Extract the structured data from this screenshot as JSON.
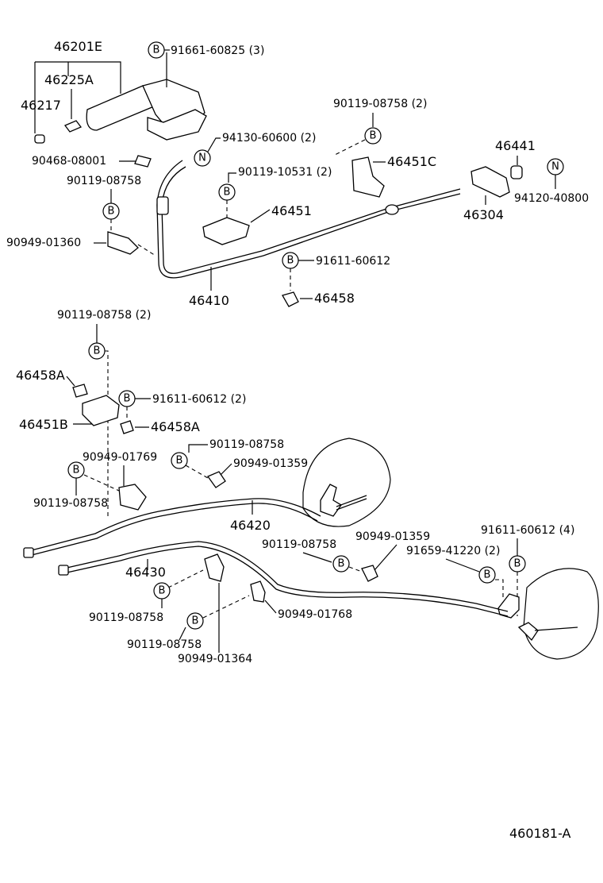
{
  "labels": {
    "p46201E": "46201E",
    "p46225A": "46225A",
    "p46217": "46217",
    "p91661": "91661-60825 (3)",
    "p90119_2_top": "90119-08758 (2)",
    "p94130": "94130-60600 (2)",
    "p46451C": "46451C",
    "p46441": "46441",
    "p94120": "94120-40800",
    "p46304": "46304",
    "p90468": "90468-08001",
    "p90119_10531": "90119-10531 (2)",
    "p90119_a": "90119-08758",
    "p46451": "46451",
    "p90949_01360": "90949-01360",
    "p91611_single": "91611-60612",
    "p46410": "46410",
    "p46458": "46458",
    "p90119_2_mid": "90119-08758 (2)",
    "p46458A_left": "46458A",
    "p91611_2": "91611-60612 (2)",
    "p46451B": "46451B",
    "p46458A_right": "46458A",
    "p90119_b": "90119-08758",
    "p90949_01769": "90949-01769",
    "p90949_01359_a": "90949-01359",
    "p90119_c": "90119-08758",
    "p46420": "46420",
    "p90949_01359_b": "90949-01359",
    "p90119_d": "90119-08758",
    "p91611_4": "91611-60612 (4)",
    "p91659": "91659-41220 (2)",
    "p46430": "46430",
    "p90119_e": "90119-08758",
    "p90949_01768": "90949-01768",
    "p90119_f": "90119-08758",
    "p90949_01364": "90949-01364",
    "figure_id": "460181-A"
  },
  "badges": {
    "b": "B",
    "n": "N"
  }
}
